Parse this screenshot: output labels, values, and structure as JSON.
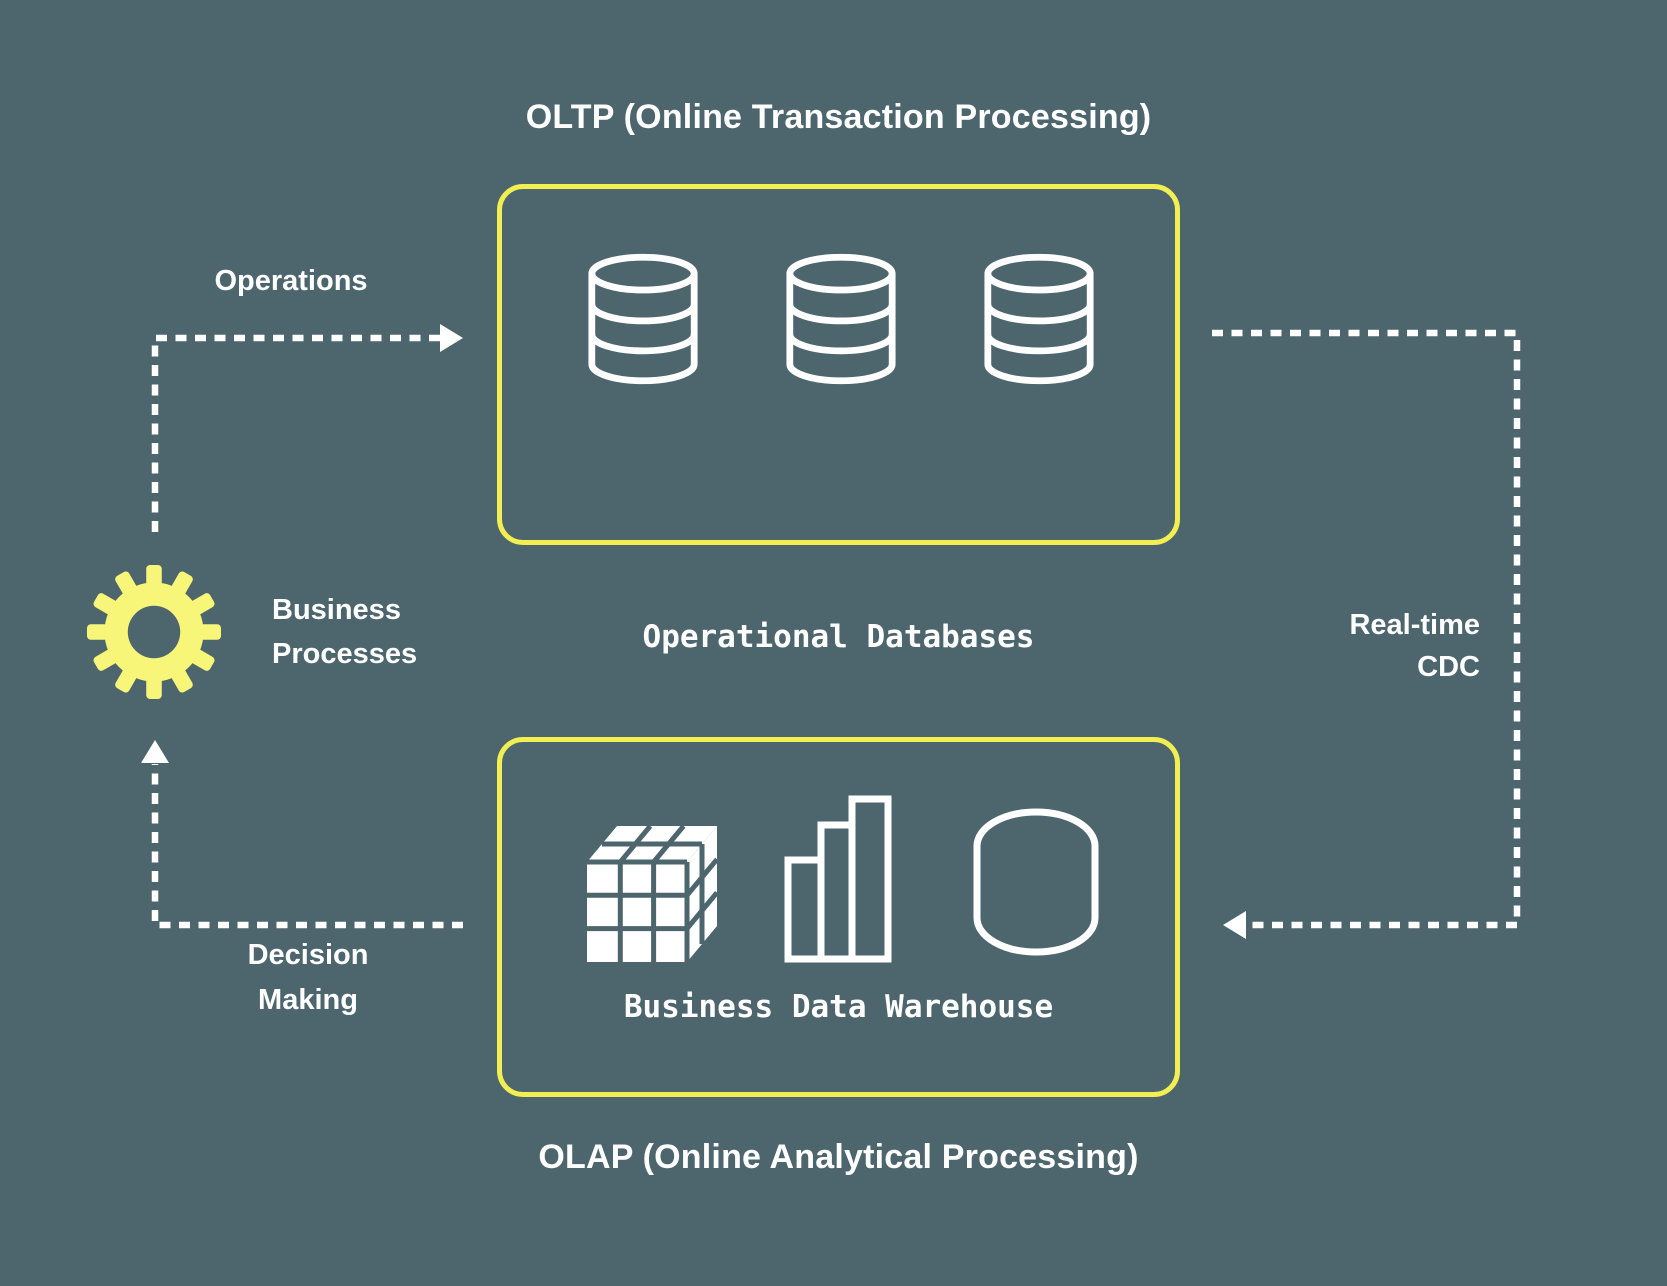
{
  "diagram": {
    "top_title": "OLTP (Online Transaction Processing)",
    "bottom_title": "OLAP (Online Analytical Processing)",
    "oltp_box": {
      "caption": "Operational Databases",
      "icons": [
        "database-icon",
        "database-icon",
        "database-icon"
      ]
    },
    "olap_box": {
      "caption": "Business Data Warehouse",
      "icons": [
        "olap-cube-icon",
        "bar-chart-icon",
        "cylinder-icon"
      ]
    },
    "labels": {
      "operations": "Operations",
      "business_processes_line1": "Business",
      "business_processes_line2": "Processes",
      "realtime_cdc_line1": "Real-time",
      "realtime_cdc_line2": "CDC",
      "decision_line1": "Decision",
      "decision_line2": "Making"
    },
    "flows": [
      {
        "name": "operations-flow",
        "from": "business-processes",
        "to": "oltp-box"
      },
      {
        "name": "realtime-cdc-flow",
        "from": "oltp-box",
        "to": "olap-box"
      },
      {
        "name": "decision-making-flow",
        "from": "olap-box",
        "to": "business-processes"
      }
    ],
    "colors": {
      "background": "#4d666e",
      "box_border_yellow": "#f2ef52",
      "gear_yellow": "#f8f678",
      "text_white": "#ffffff"
    }
  }
}
